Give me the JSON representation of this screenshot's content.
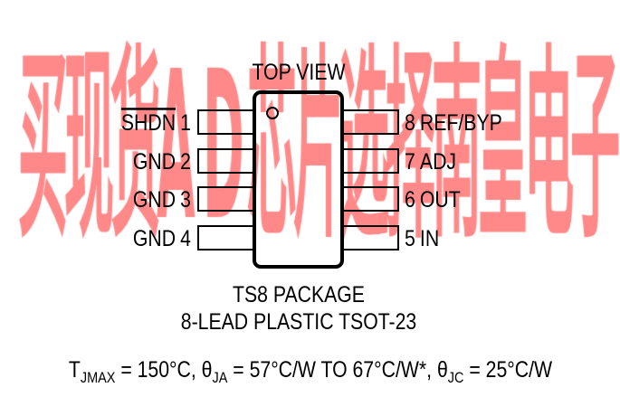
{
  "header": {
    "title": "TOP VIEW"
  },
  "pins_left": [
    {
      "name": "SHDN",
      "number": "1",
      "overbar": true
    },
    {
      "name": "GND",
      "number": "2"
    },
    {
      "name": "GND",
      "number": "3"
    },
    {
      "name": "GND",
      "number": "4"
    }
  ],
  "pins_right": [
    {
      "name": "REF/BYP",
      "number": "8"
    },
    {
      "name": "ADJ",
      "number": "7"
    },
    {
      "name": "OUT",
      "number": "6"
    },
    {
      "name": "IN",
      "number": "5"
    }
  ],
  "package": {
    "line1": "TS8 PACKAGE",
    "line2": "8-LEAD PLASTIC TSOT-23"
  },
  "thermal": {
    "t": "T",
    "t_sub": "JMAX",
    "t_val": " = 150°C, ",
    "ja": "θ",
    "ja_sub": "JA",
    "ja_val": " = 57°C/W TO 67°C/W*, ",
    "jc": "θ",
    "jc_sub": "JC",
    "jc_val": " = 25°C/W"
  },
  "watermark": [
    "买",
    "现",
    "货",
    "A",
    "D",
    "芯",
    "片",
    "选",
    "择",
    "南",
    "皇",
    "电",
    "子"
  ],
  "colors": {
    "watermark": "#ff5a5a",
    "ink": "#000000"
  }
}
